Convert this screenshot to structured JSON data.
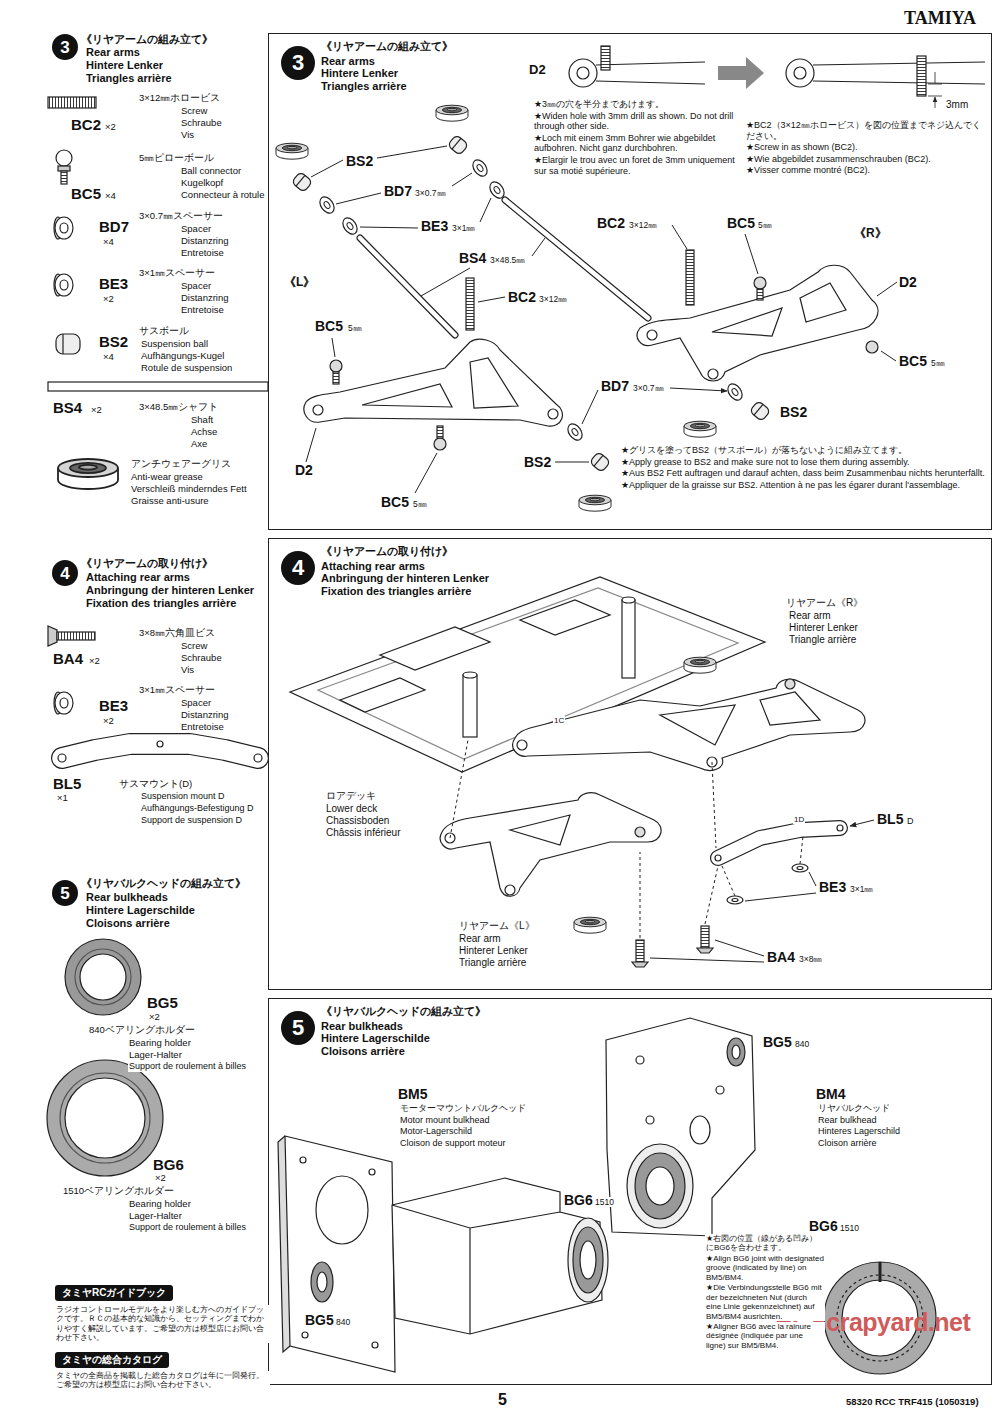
{
  "diagram": {
    "nodes": [
      {
        "text": [
          "3"
        ]
      },
      {
        "text": [
          "《リヤアームの組み立て》",
          "Rear arms",
          "Hintere Lenker",
          "Triangles arrière"
        ]
      },
      {
        "text": [
          "3"
        ],
        "in": 1
      },
      {
        "text": [
          "4"
        ]
      },
      {
        "text": [
          "《リヤアームの取り付け》",
          "Attaching rear arms",
          "Anbringung der hinteren Lenker",
          "Fixation des triangles arrière"
        ]
      },
      {
        "text": [
          "4"
        ],
        "in": 4
      },
      {
        "text": [
          "5"
        ]
      },
      {
        "text": [
          "《リヤバルクヘッドの組み立て》",
          "Rear bulkheads",
          "Hintere Lagerschilde",
          "Cloisons arrière"
        ]
      },
      {
        "text": [
          "5"
        ],
        "in": 7
      },
      {
        "text": [
          "タミヤRCガイドブック"
        ]
      },
      {
        "text": [
          "タミヤの総合カタログ"
        ]
      }
    ],
    "labels": [
      "TAMIYA",
      "《リヤアームの組み立て》",
      "Rear arms",
      "Hintere Lenker",
      "Triangles arrière",
      "3×12㎜ホロービス",
      "Screw",
      "Schraube",
      "Vis",
      "BC2",
      "×2",
      "5㎜ピローボール",
      "Ball connector",
      "Kugelkopf",
      "Connecteur à rotule",
      "BC5",
      "×4",
      "3×0.7㎜スペーサー",
      "Spacer",
      "Distanzring",
      "Entretoise",
      "BD7",
      "×4",
      "3×1㎜スペーサー",
      "Spacer",
      "Distanzring",
      "Entretoise",
      "BE3",
      "×2",
      "サスボール",
      "Suspension ball",
      "Aufhängungs-Kugel",
      "Rotule de suspension",
      "BS2",
      "×4",
      "BS4",
      "×2",
      "3×48.5㎜シャフト",
      "Shaft",
      "Achse",
      "Axe",
      "アンチウェアーグリス",
      "Anti-wear grease",
      "Verschleiß minderndes Fett",
      "Graisse anti-usure",
      "《リヤアームの取り付け》",
      "Attaching rear arms",
      "Anbringung der hinteren Lenker",
      "Fixation des triangles arrière",
      "3×8㎜六角皿ビス",
      "Screw",
      "Schraube",
      "Vis",
      "BA4",
      "×2",
      "3×1㎜スペーサー",
      "Spacer",
      "Distanzring",
      "Entretoise",
      "BE3",
      "×2",
      "BL5",
      "×1",
      "サスマウント(D)",
      "Suspension mount D",
      "Aufhängungs-Befestigung D",
      "Support de suspension D",
      "《リヤバルクヘッドの組み立て》",
      "Rear bulkheads",
      "Hintere Lagerschilde",
      "Cloisons arrière",
      "BG5",
      "×2",
      "840ベアリングホルダー",
      "Bearing holder",
      "Lager-Halter",
      "Support de roulement à billes",
      "BG6",
      "×2",
      "1510ベアリングホルダー",
      "Bearing holder",
      "Lager-Halter",
      "Support de roulement à billes",
      "ラジオコントロールモデルをより楽しむ方へのガイドブックです。ＲＣの基本的な知識から、セッティングまでわかりやすく解説しています。ご希望の方は模型店にお問い合わせ下さい。",
      "タミヤの全商品を掲載した総合カタログは年に一回発行。ご希望の方は模型店にお問い合わせ下さい。",
      "5",
      "58320 RCC TRF415 (1050319)",
      "RCScrapyard.net",
      "D2",
      "★3㎜の穴を半分まであけます。",
      "★Widen hole with 3mm drill as shown. Do not drill through other side.",
      "★Loch mit einem 3mm Bohrer wie abgebildet aufbohren. Nicht ganz durchbohren.",
      "★Elargir le trou avec un foret de 3mm uniquement sur sa motié supérieure.",
      "3mm",
      "★BC2（3×12㎜ホロービス）を図の位置までネジ込んでください。",
      "★Screw in as shown (BC2).",
      "★Wie abgebildet zusammenschrauben (BC2).",
      "★Visser comme montré (BC2).",
      "BS2",
      "BD7",
      "3×0.7㎜",
      "BE3",
      "3×1㎜",
      "BS4",
      "3×48.5㎜",
      "BC2",
      "3×12㎜",
      "《L》",
      "BC5",
      "5㎜",
      "D2",
      "BC5",
      "5㎜",
      "BD7",
      "3×0.7㎜",
      "BS2",
      "BC2",
      "3×12㎜",
      "BC5",
      "5㎜",
      "《R》",
      "D2",
      "BC5",
      "5㎜",
      "BS2",
      "★グリスを塗ってBS2（サスボール）が落ちないように組み立てます。",
      "★Apply grease to BS2 and make sure not to lose them during assembly.",
      "★Aus BS2 Fett auftragen und darauf achten, dass beim Zusammenbau nichts herunterfällt.",
      "★Appliquer de la graisse sur BS2. Attention à ne pas les égarer durant l'assemblage.",
      "リヤアーム《R》",
      "Rear arm",
      "Hinterer Lenker",
      "Triangle arrière",
      "ロアデッキ",
      "Lower deck",
      "Chassisboden",
      "Châssis inférieur",
      "BL5",
      "D",
      "リヤアーム《L》",
      "Rear arm",
      "Hinterer Lenker",
      "Triangle arrière",
      "BE3",
      "3×1㎜",
      "BA4",
      "3×8㎜",
      "1C",
      "1D",
      "BG5",
      "840",
      "BM5",
      "モーターマウントバルクヘッド",
      "Motor mount bulkhead",
      "Motor-Lagerschild",
      "Cloison de support moteur",
      "BM4",
      "リヤバルクヘッド",
      "Rear bulkhead",
      "Hinteres Lagerschild",
      "Cloison arrière",
      "BG6",
      "1510",
      "BG6",
      "1510",
      "BG5",
      "840",
      "★右図の位置（線がある凹み）にBG6を合わせます。",
      "★Align BG6 joint with designated groove (indicated by line) on BM5/BM4.",
      "★Die Verbindungsstelle BG6 mit der bezeichneten Nut (durch eine Linie gekennzeichnet) auf BM5/BM4 ausrichten.",
      "★Aligner BG6 avec la rainure désignée (indiquée par une ligne) sur BM5/BM4."
    ]
  }
}
